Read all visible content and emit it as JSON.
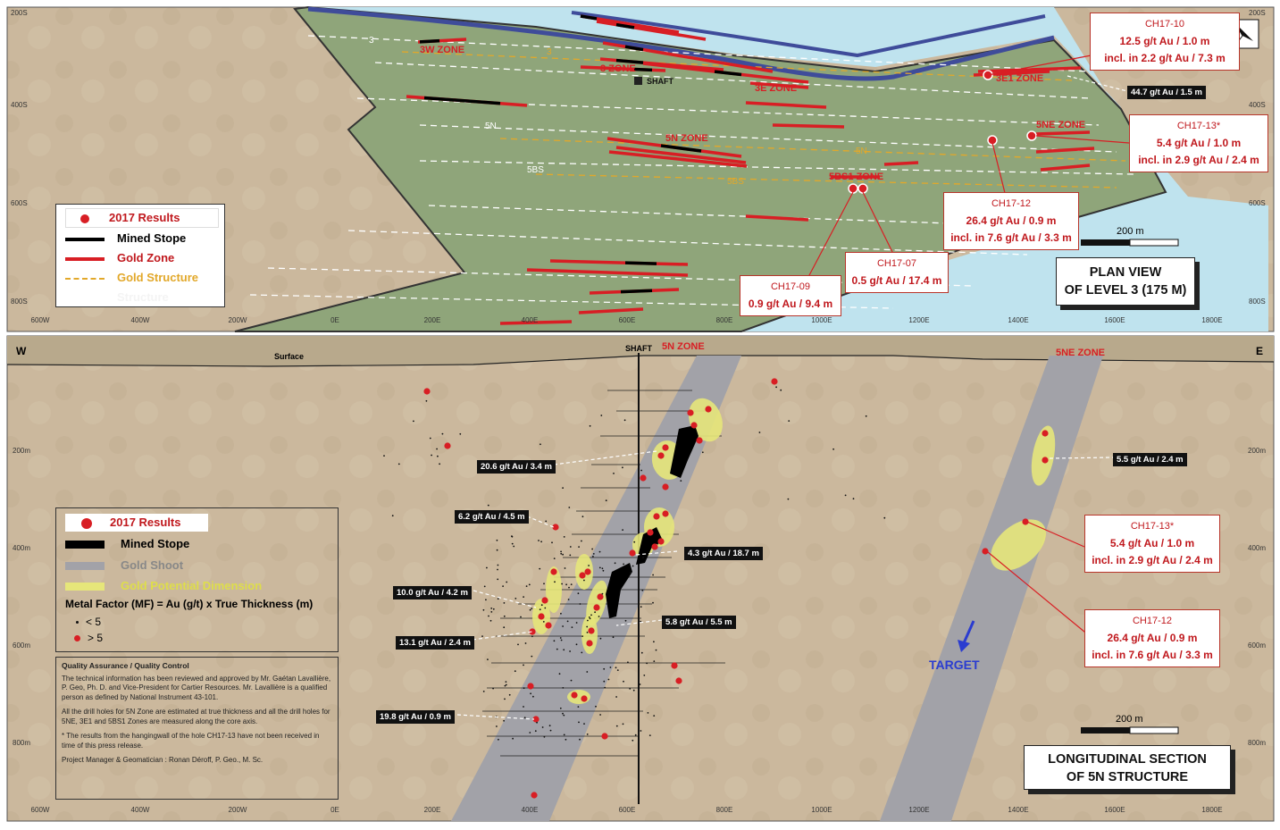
{
  "plan_view": {
    "title_line1": "PLAN VIEW",
    "title_line2": "OF LEVEL 3 (175 M)",
    "scale_label": "200 m",
    "north_symbol": "north-arrow",
    "y_ticks": [
      "200S",
      "400S",
      "600S",
      "800S"
    ],
    "x_ticks": [
      "600W",
      "400W",
      "200W",
      "0E",
      "200E",
      "400E",
      "600E",
      "800E",
      "1000E",
      "1200E",
      "1400E",
      "1600E",
      "1800E"
    ],
    "zones": [
      "3W ZONE",
      "3 ZONE",
      "3E ZONE",
      "3E1 ZONE",
      "5N ZONE",
      "5NE ZONE",
      "5BS1 ZONE"
    ],
    "shaft_label": "SHAFT",
    "structure_labels": [
      "3",
      "3",
      "5N",
      "5N",
      "5BS",
      "5BS"
    ],
    "legend": {
      "results": "2017 Results",
      "mined_stope": "Mined Stope",
      "gold_zone": "Gold Zone",
      "gold_structure": "Gold Structure",
      "structure": "Structure"
    },
    "callouts": {
      "ch17_10": {
        "hole": "CH17-10",
        "line1": "12.5 g/t Au / 1.0 m",
        "line2": "incl. in 2.2 g/t Au / 7.3 m"
      },
      "ch17_13": {
        "hole": "CH17-13*",
        "line1": "5.4 g/t Au / 1.0 m",
        "line2": "incl. in 2.9 g/t Au / 2.4 m"
      },
      "ch17_12": {
        "hole": "CH17-12",
        "line1": "26.4 g/t Au / 0.9 m",
        "line2": "incl. in 7.6 g/t Au / 3.3 m"
      },
      "ch17_07": {
        "hole": "CH17-07",
        "line1": "0.5 g/t Au / 17.4 m"
      },
      "ch17_09": {
        "hole": "CH17-09",
        "line1": "0.9 g/t Au / 9.4 m"
      },
      "tag_3e1": "44.7 g/t Au / 1.5 m"
    }
  },
  "section": {
    "title_line1": "LONGITUDINAL SECTION",
    "title_line2": "OF 5N STRUCTURE",
    "west": "W",
    "east": "E",
    "surface": "Surface",
    "shaft": "SHAFT",
    "zone_5n": "5N ZONE",
    "zone_5ne": "5NE ZONE",
    "target": "TARGET",
    "scale_label": "200 m",
    "y_ticks": [
      "200m",
      "400m",
      "600m",
      "800m"
    ],
    "x_ticks": [
      "600W",
      "400W",
      "200W",
      "0E",
      "200E",
      "400E",
      "600E",
      "800E",
      "1000E",
      "1200E",
      "1400E",
      "1600E",
      "1800E"
    ],
    "tags": [
      "20.6 g/t Au / 3.4 m",
      "6.2 g/t Au / 4.5 m",
      "4.3 g/t Au / 18.7 m",
      "10.0 g/t Au / 4.2 m",
      "5.8 g/t Au / 5.5 m",
      "13.1 g/t Au / 2.4 m",
      "19.8 g/t Au / 0.9 m",
      "5.5 g/t Au / 2.4 m"
    ],
    "callouts": {
      "ch17_13": {
        "hole": "CH17-13*",
        "line1": "5.4 g/t Au / 1.0 m",
        "line2": "incl. in 2.9 g/t Au / 2.4 m"
      },
      "ch17_12": {
        "hole": "CH17-12",
        "line1": "26.4 g/t Au / 0.9 m",
        "line2": "incl. in 7.6 g/t Au / 3.3 m"
      }
    },
    "legend": {
      "results": "2017 Results",
      "mined_stope": "Mined Stope",
      "gold_shoot": "Gold Shoot",
      "potential": "Gold Potential Dimension",
      "metal_factor": "Metal Factor (MF) = Au (g/t) x True Thickness (m)",
      "lt5": "< 5",
      "gt5": "> 5"
    },
    "qa": {
      "heading": "Quality Assurance / Quality Control",
      "p1": "The technical information has been reviewed and approved by Mr. Gaétan Lavallière, P. Geo, Ph. D. and Vice-President for Cartier Resources. Mr. Lavallière is a qualified person as defined by National Instrument 43-101.",
      "p2": "All the drill holes for 5N Zone are estimated at true thickness and all the drill holes for 5NE, 3E1 and 5BS1 Zones are measured along the core axis.",
      "p3": "* The results from the hangingwall of the hole CH17-13 have not been received in time of this press release.",
      "p4": "Project Manager & Geomatician : Ronan Déroff, P. Geo., M. Sc."
    }
  },
  "colors": {
    "background": "#c9b79c",
    "outcrop": "#8fa57a",
    "water": "#bfe3ee",
    "red": "#d81e24",
    "gold": "#e2a82a",
    "shoot": "#a2a2a8",
    "potential": "#e6e67a",
    "blue_target": "#2a3cd0"
  }
}
